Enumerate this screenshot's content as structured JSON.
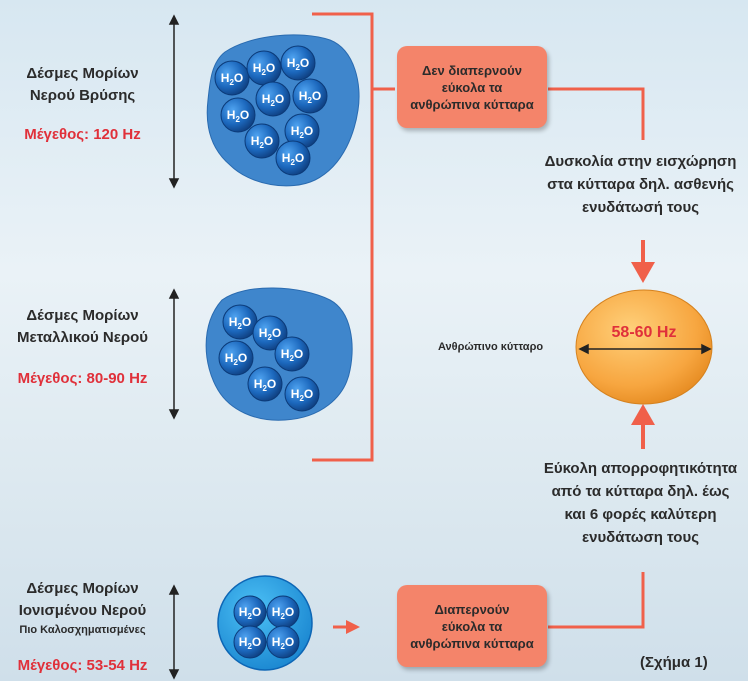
{
  "clusters": [
    {
      "title_line1": "Δέσμες Μορίων",
      "title_line2": "Νερού Βρύσης",
      "subtitle": "",
      "size": "Μέγεθος: 120 Hz"
    },
    {
      "title_line1": "Δέσμες Μορίων",
      "title_line2": "Μεταλλικού Νερού",
      "subtitle": "",
      "size": "Μέγεθος: 80-90 Hz"
    },
    {
      "title_line1": "Δέσμες Μορίων",
      "title_line2": "Ιονισμένου Νερού",
      "subtitle": "Πιο Καλοσχηματισμένες",
      "size": "Μέγεθος: 53-54 Hz"
    }
  ],
  "boxes": {
    "top": [
      "Δεν διαπερνούν",
      "εύκολα τα",
      "ανθρώπινα κύτταρα"
    ],
    "bottom": [
      "Διαπερνούν",
      "εύκολα τα",
      "ανθρώπινα κύτταρα"
    ]
  },
  "difficulty": [
    "Δυσκολία στην εισχώρηση",
    "στα κύτταρα δηλ. ασθενής",
    "ενυδάτωσή τους"
  ],
  "easy": [
    "Εύκολη απορροφητικότητα",
    "από τα κύτταρα δηλ. έως",
    "και 6 φορές καλύτερη",
    "ενυδάτωση τους"
  ],
  "cell": {
    "label": "Ανθρώπινο κύτταρο",
    "freq": "58-60 Hz"
  },
  "molecule_label": {
    "h": "H",
    "sub": "2",
    "o": "O"
  },
  "figure_label": "(Σχήμα 1)",
  "colors": {
    "accent": "#f0604a",
    "molecule": "#1f6fc0",
    "cluster": "#3f86cc",
    "ionized": "#2a97dd",
    "cell": "#f7a640",
    "size_text": "#e0303a"
  }
}
